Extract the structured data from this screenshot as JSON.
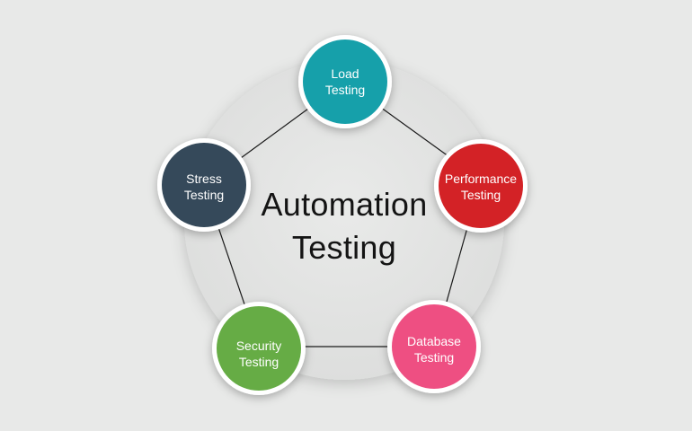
{
  "diagram": {
    "title_line1": "Automation",
    "title_line2": "Testing",
    "colors": {
      "background": "#e8e9e8",
      "hub": "#e3e4e3",
      "ring": "#ffffff",
      "connector": "#1a1a1a",
      "text_dark": "#141414",
      "text_light": "#ffffff"
    },
    "nodes": [
      {
        "id": "load",
        "line1": "Load",
        "line2": "Testing",
        "color": "#19a0aa"
      },
      {
        "id": "performance",
        "line1": "Performance",
        "line2": "Testing",
        "color": "#d32027"
      },
      {
        "id": "database",
        "line1": "Database",
        "line2": "Testing",
        "color": "#ee4f82"
      },
      {
        "id": "security",
        "line1": "Security",
        "line2": "Testing",
        "color": "#66ac45"
      },
      {
        "id": "stress",
        "line1": "Stress",
        "line2": "Testing",
        "color": "#344a5a"
      }
    ]
  }
}
